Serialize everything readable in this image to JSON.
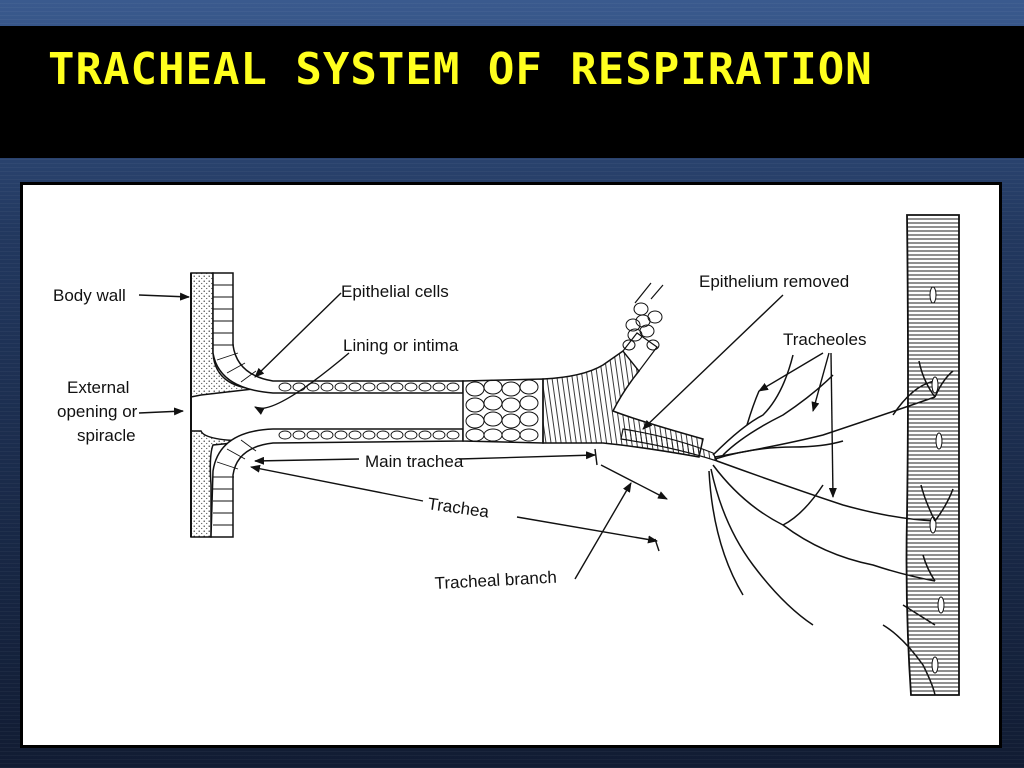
{
  "title": "TRACHEAL SYSTEM OF RESPIRATION",
  "labels": {
    "body_wall": "Body wall",
    "epithelial_cells": "Epithelial cells",
    "lining_or_intima": "Lining or intima",
    "external_line1": "External",
    "external_line2": "opening or",
    "external_line3": "spiracle",
    "epithelium_removed": "Epithelium removed",
    "tracheoles": "Tracheoles",
    "main_trachea": "Main trachea",
    "trachea": "Trachea",
    "tracheal_branch": "Tracheal branch"
  },
  "colors": {
    "title_text": "#ffff1e",
    "title_band": "#000000",
    "panel_bg": "#ffffff"
  }
}
